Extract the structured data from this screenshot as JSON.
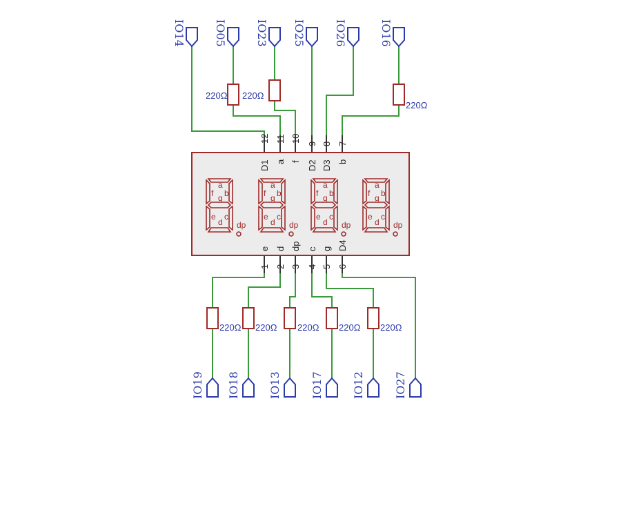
{
  "top_nets": [
    "IO14",
    "IO05",
    "IO23",
    "IO25",
    "IO26",
    "IO16"
  ],
  "bottom_nets": [
    "IO19",
    "IO18",
    "IO13",
    "IO17",
    "IO12",
    "IO27"
  ],
  "top_resistors": [
    "220Ω",
    "220Ω",
    "220Ω"
  ],
  "bottom_resistors": [
    "220Ω",
    "220Ω",
    "220Ω",
    "220Ω",
    "220Ω"
  ],
  "top_pin_numbers": [
    "12",
    "11",
    "10",
    "9",
    "8",
    "7"
  ],
  "top_pin_names": [
    "D1",
    "a",
    "f",
    "D2",
    "D3",
    "b"
  ],
  "bottom_pin_numbers": [
    "1",
    "2",
    "3",
    "4",
    "5",
    "6"
  ],
  "bottom_pin_names": [
    "e",
    "d",
    "dp",
    "c",
    "g",
    "D4"
  ],
  "segment_labels": {
    "a": "a",
    "b": "b",
    "c": "c",
    "d": "d",
    "e": "e",
    "f": "f",
    "g": "g",
    "dp": "dp"
  },
  "colors": {
    "wire": "#3a9a3a",
    "port": "#2a3aa8",
    "component": "#a02a2a",
    "package_fill": "#ececec"
  }
}
